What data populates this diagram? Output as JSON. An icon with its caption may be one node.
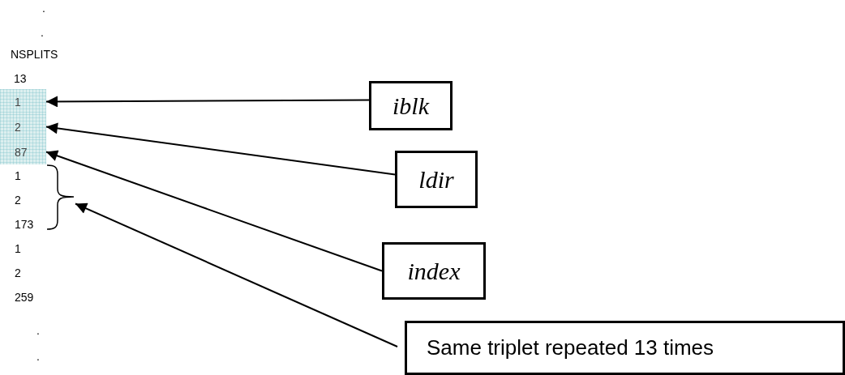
{
  "diagram": {
    "nodes": [
      {
        "text": [
          "1"
        ]
      },
      {
        "text": [
          "2"
        ]
      },
      {
        "text": [
          "87"
        ]
      },
      {
        "text": [],
        "shape": "brace"
      },
      {
        "text": [
          "iblk"
        ]
      },
      {
        "text": [
          "ldir"
        ]
      },
      {
        "text": [
          "index"
        ]
      },
      {
        "text": [
          "Same triplet repeated 13 times"
        ]
      }
    ],
    "edges": [
      {
        "from": 4,
        "to": 0,
        "arrow": "to"
      },
      {
        "from": 5,
        "to": 1,
        "arrow": "to"
      },
      {
        "from": 6,
        "to": 2,
        "arrow": "to"
      },
      {
        "from": 7,
        "to": 3,
        "arrow": "to"
      }
    ],
    "labels": [
      ".",
      ".",
      "NSPLITS",
      "13",
      "1",
      "2",
      "173",
      "1",
      "2",
      "259",
      ".",
      "."
    ]
  }
}
